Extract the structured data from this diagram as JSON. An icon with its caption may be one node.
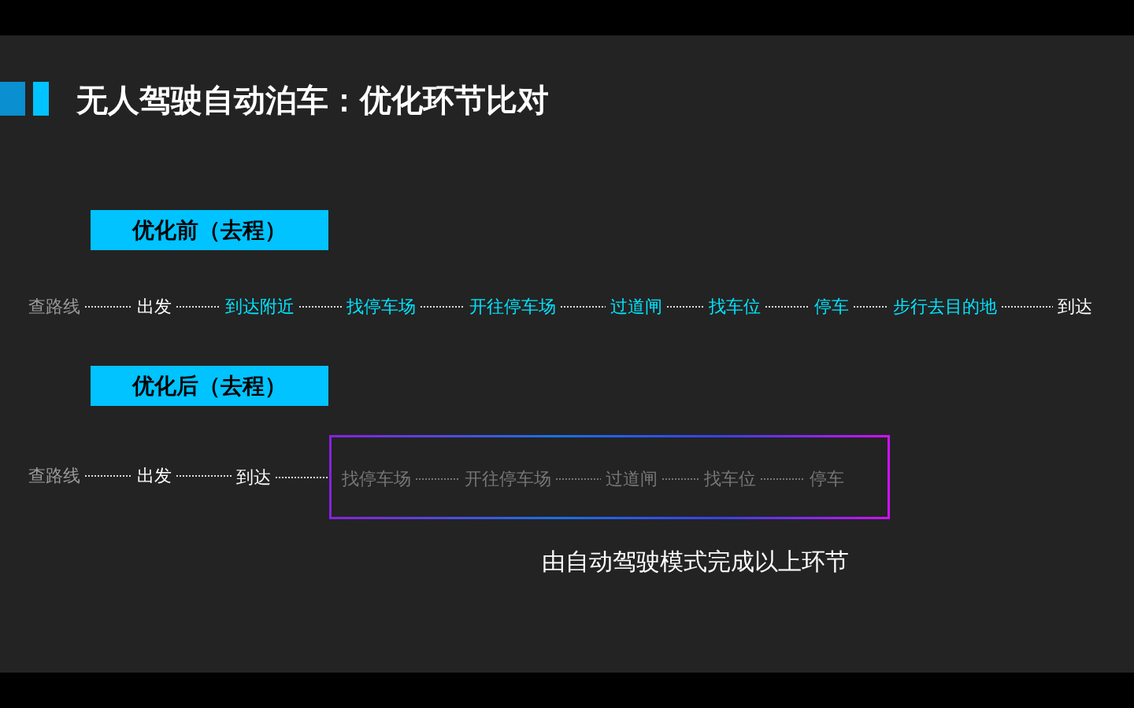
{
  "diagram": {
    "title": "无人驾驶自动泊车：优化环节比对",
    "nodes": [
      {
        "text": [
          "优化前（去程）"
        ]
      },
      {
        "text": [
          "查路线"
        ]
      },
      {
        "text": [
          "出发"
        ]
      },
      {
        "text": [
          "到达附近"
        ]
      },
      {
        "text": [
          "找停车场"
        ]
      },
      {
        "text": [
          "开往停车场"
        ]
      },
      {
        "text": [
          "过道闸"
        ]
      },
      {
        "text": [
          "找车位"
        ]
      },
      {
        "text": [
          "停车"
        ]
      },
      {
        "text": [
          "步行去目的地"
        ]
      },
      {
        "text": [
          "到达"
        ]
      },
      {
        "text": [
          "优化后（去程）"
        ]
      },
      {
        "text": [
          "查路线"
        ]
      },
      {
        "text": [
          "出发"
        ]
      },
      {
        "text": [
          "到达"
        ]
      },
      {
        "text": [],
        "shape": "box",
        "beside": [
          "由自动驾驶模式完成以上环节"
        ]
      },
      {
        "text": [
          "找停车场"
        ],
        "in": 15
      },
      {
        "text": [
          "开往停车场"
        ],
        "in": 15
      },
      {
        "text": [
          "过道闸"
        ],
        "in": 15
      },
      {
        "text": [
          "找车位"
        ],
        "in": 15
      },
      {
        "text": [
          "停车"
        ],
        "in": 15
      }
    ],
    "edges": [
      {
        "from": 1,
        "to": 2,
        "arrow": "none",
        "style": "dashed"
      },
      {
        "from": 2,
        "to": 3,
        "arrow": "none",
        "style": "dashed"
      },
      {
        "from": 3,
        "to": 4,
        "arrow": "none",
        "style": "dashed"
      },
      {
        "from": 4,
        "to": 5,
        "arrow": "none",
        "style": "dashed"
      },
      {
        "from": 5,
        "to": 6,
        "arrow": "none",
        "style": "dashed"
      },
      {
        "from": 6,
        "to": 7,
        "arrow": "none",
        "style": "dashed"
      },
      {
        "from": 7,
        "to": 8,
        "arrow": "none",
        "style": "dashed"
      },
      {
        "from": 8,
        "to": 9,
        "arrow": "none",
        "style": "dashed"
      },
      {
        "from": 9,
        "to": 10,
        "arrow": "none",
        "style": "dashed"
      },
      {
        "from": 12,
        "to": 13,
        "arrow": "none",
        "style": "dashed"
      },
      {
        "from": 13,
        "to": 14,
        "arrow": "none",
        "style": "dashed"
      },
      {
        "from": 14,
        "to": 15,
        "arrow": "none",
        "style": "dashed"
      },
      {
        "from": 16,
        "to": 17,
        "arrow": "none",
        "style": "dashed",
        "color": "#777777"
      },
      {
        "from": 17,
        "to": 18,
        "arrow": "none",
        "style": "dashed",
        "color": "#777777"
      },
      {
        "from": 18,
        "to": 19,
        "arrow": "none",
        "style": "dashed",
        "color": "#777777"
      },
      {
        "from": 19,
        "to": 20,
        "arrow": "none",
        "style": "dashed",
        "color": "#777777"
      }
    ]
  }
}
